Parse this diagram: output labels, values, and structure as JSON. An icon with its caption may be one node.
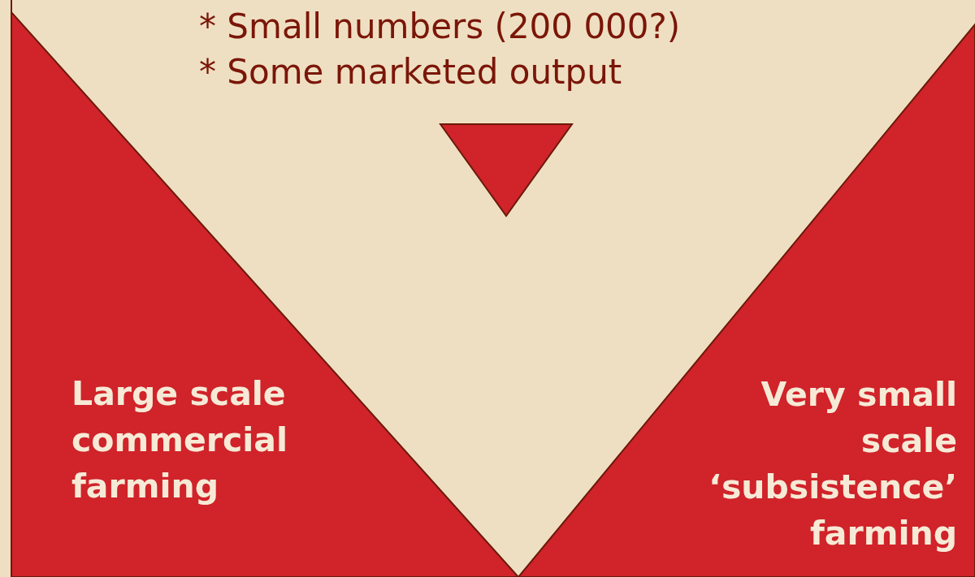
{
  "diagram": {
    "nodes": [
      {
        "text": [
          "Large scale commercial farming"
        ]
      },
      {
        "text": [],
        "shape": "triangle"
      },
      {
        "text": [
          "Very small scale ‘subsistence’ farming"
        ]
      }
    ],
    "labels": [
      "* Small numbers (200 000?)",
      "* Some marketed output"
    ]
  }
}
